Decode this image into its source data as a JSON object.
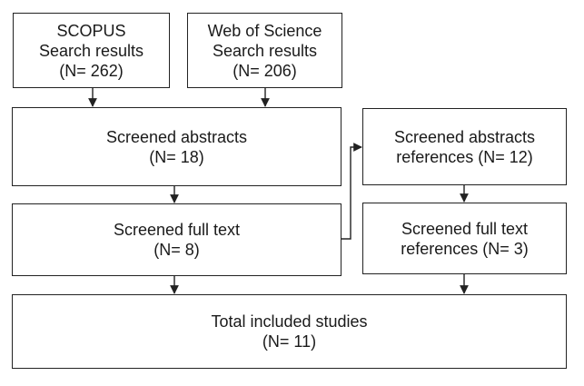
{
  "diagram": {
    "boxes": {
      "scopus": {
        "lines": [
          "SCOPUS",
          "Search results",
          "(N= 262)"
        ]
      },
      "wos": {
        "lines": [
          "Web of Science",
          "Search results",
          "(N= 206)"
        ]
      },
      "screened_abstracts": {
        "lines": [
          "Screened abstracts",
          "(N= 18)"
        ]
      },
      "screened_full_text": {
        "lines": [
          "Screened full text",
          "(N= 8)"
        ]
      },
      "screened_abstracts_refs": {
        "lines": [
          "Screened abstracts",
          "references (N= 12)"
        ]
      },
      "screened_full_text_refs": {
        "lines": [
          "Screened full text",
          "references (N= 3)"
        ]
      },
      "total_included": {
        "lines": [
          "Total included studies",
          "(N= 11)"
        ]
      }
    },
    "colors": {
      "stroke": "#222222",
      "text": "#1a1a1a",
      "background": "#ffffff"
    }
  }
}
